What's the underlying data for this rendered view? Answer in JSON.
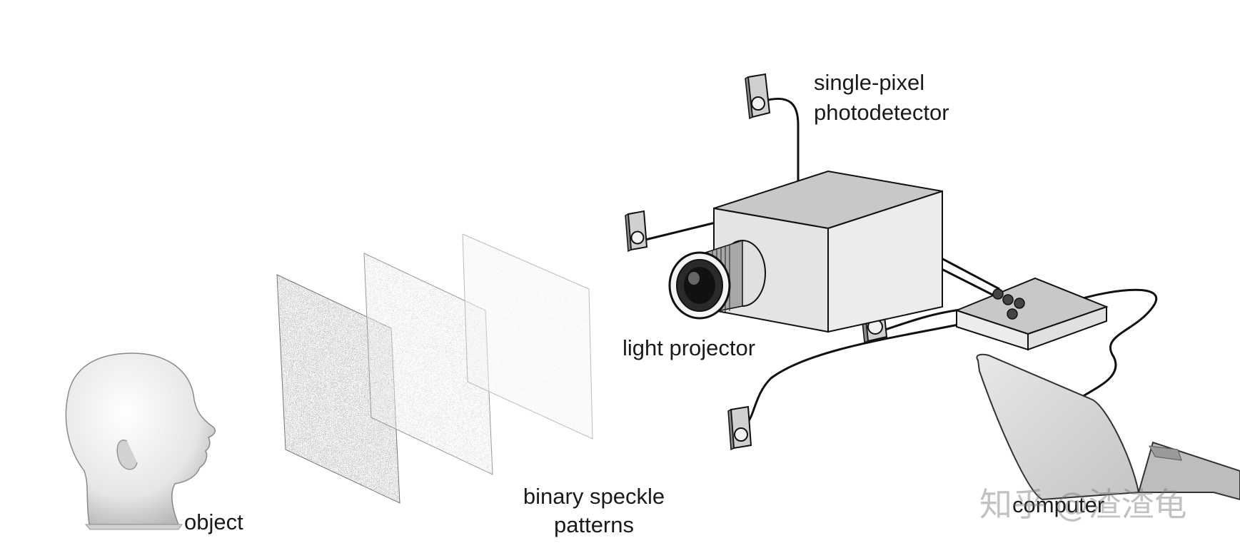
{
  "labels": {
    "photodetector_line1": "single-pixel",
    "photodetector_line2": "photodetector",
    "projector": "light projector",
    "object": "object",
    "patterns_line1": "binary speckle",
    "patterns_line2": "patterns",
    "computer": "computer"
  },
  "watermark": "知乎 @渣渣龟",
  "colors": {
    "line": "#111111",
    "box_top": "#c8c8c8",
    "box_side": "#ececec",
    "laptop": "#d6d6d6"
  }
}
